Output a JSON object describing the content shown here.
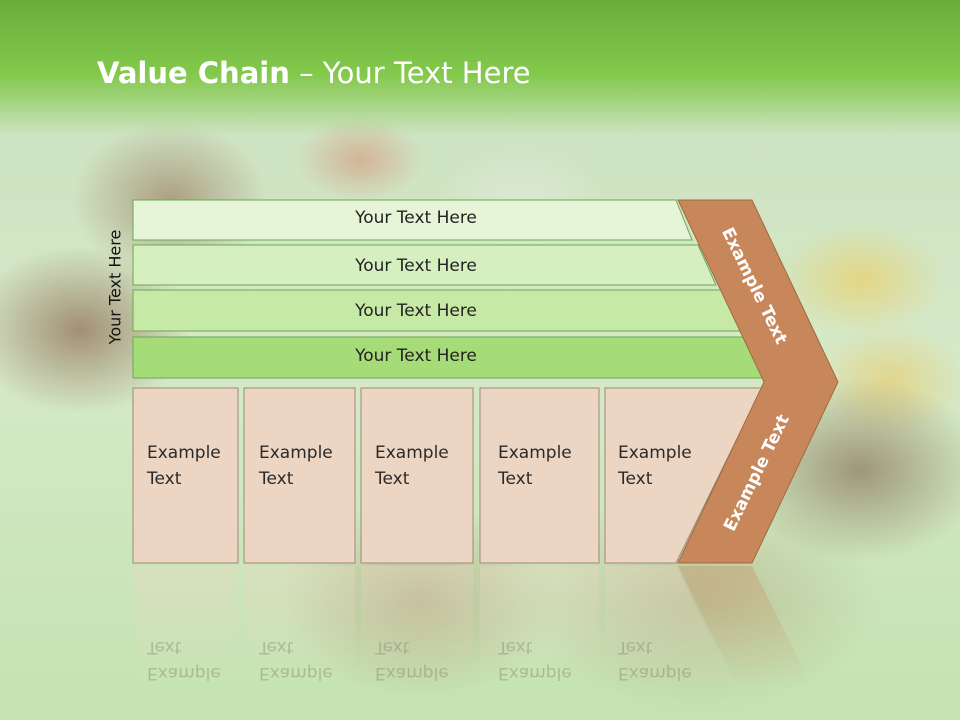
{
  "slide": {
    "title_bold": "Value Chain",
    "title_rest": " – Your Text Here",
    "side_label": "Your Text Here"
  },
  "bars": [
    {
      "label": "Your Text Here"
    },
    {
      "label": "Your Text Here"
    },
    {
      "label": "Your Text Here"
    },
    {
      "label": "Your Text Here"
    }
  ],
  "boxes": [
    {
      "line1": "Example",
      "line2": "Text"
    },
    {
      "line1": "Example",
      "line2": "Text"
    },
    {
      "line1": "Example",
      "line2": "Text"
    },
    {
      "line1": "Example",
      "line2": "Text"
    },
    {
      "line1": "Example",
      "line2": "Text"
    }
  ],
  "chevron": {
    "upper_label": "Example Text",
    "lower_label": "Example Text"
  },
  "colors": {
    "header_green": "#7dc244",
    "bar_fills": [
      "#e6f4d8",
      "#d6efc0",
      "#c6e9a6",
      "#a6dc78"
    ],
    "box_fill": "#ecd5c3",
    "chevron_fill": "#c8875a"
  }
}
